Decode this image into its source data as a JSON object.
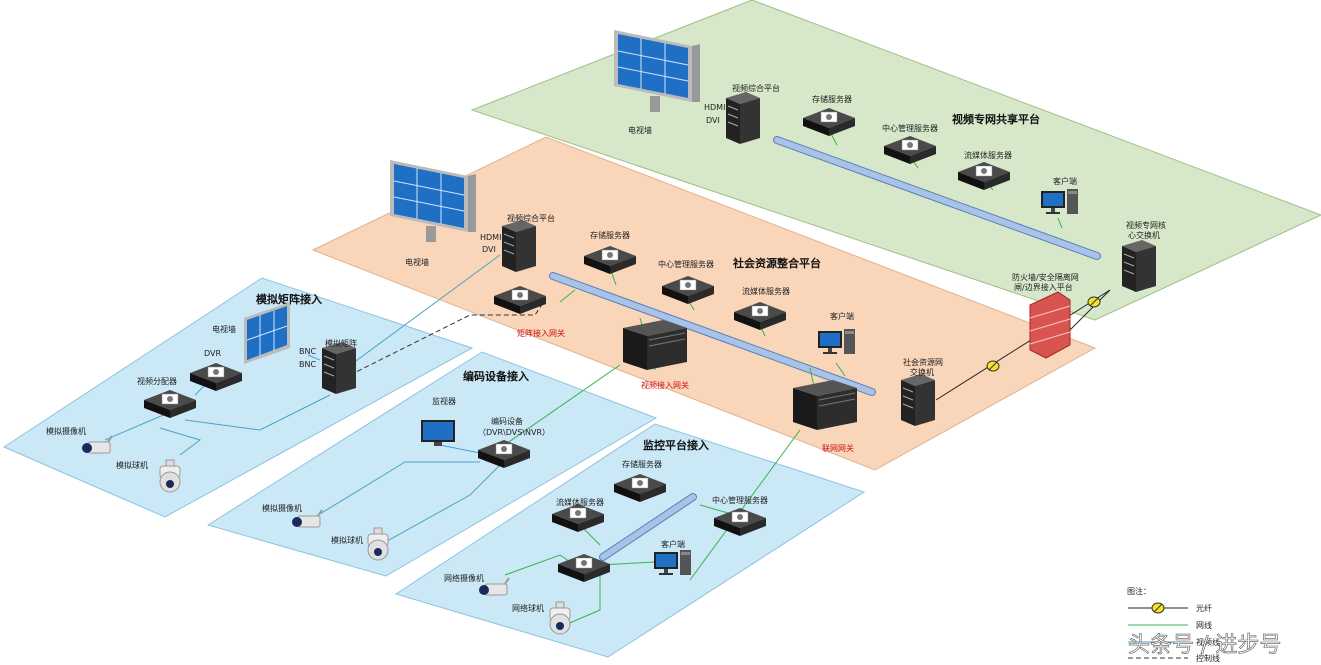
{
  "zones": {
    "share": {
      "title": "视频专网共享平台",
      "fill": "#d6e8c9"
    },
    "social": {
      "title": "社会资源整合平台",
      "fill": "#f9d5b9"
    },
    "matrix": {
      "title": "模拟矩阵接入",
      "fill": "#cbe8f7"
    },
    "encode": {
      "title": "编码设备接入",
      "fill": "#cbe8f7"
    },
    "monitor": {
      "title": "监控平台接入",
      "fill": "#cbe8f7"
    }
  },
  "share": {
    "tv_wall": "电视墙",
    "hdmi": "HDMI",
    "dvi": "DVI",
    "video_platform": "视频综合平台",
    "storage": "存储服务器",
    "cms": "中心管理服务器",
    "stream": "流媒体服务器",
    "client": "客户端",
    "core_switch_1": "视频专网核",
    "core_switch_2": "心交换机"
  },
  "social": {
    "tv_wall": "电视墙",
    "hdmi": "HDMI",
    "dvi": "DVI",
    "video_platform": "视频综合平台",
    "storage": "存储服务器",
    "cms": "中心管理服务器",
    "stream": "流媒体服务器",
    "client": "客户端",
    "matrix_gateway": "矩阵接入网关",
    "video_gateway": "视频接入网关",
    "network_gateway": "联网网关",
    "switch_1": "社会资源网",
    "switch_2": "交换机",
    "firewall_1": "防火墙/安全隔离网",
    "firewall_2": "闸/边界接入平台"
  },
  "matrix": {
    "tv_wall": "电视墙",
    "bnc_1": "BNC",
    "bnc_2": "BNC",
    "analog_matrix": "模拟矩阵",
    "dvr": "DVR",
    "distributor": "视频分配器",
    "camera": "模拟摄像机",
    "dome": "模拟球机"
  },
  "encode": {
    "monitor": "监视器",
    "encoder_1": "编码设备",
    "encoder_2": "（DVR\\DVS\\NVR）",
    "camera": "模拟摄像机",
    "dome": "模拟球机"
  },
  "monitor_zone": {
    "storage": "存储服务器",
    "stream": "流媒体服务器",
    "cms": "中心管理服务器",
    "client": "客户端",
    "net_camera": "网络摄像机",
    "net_dome": "网络球机"
  },
  "legend": {
    "title": "图注：",
    "fiber": "光纤",
    "network": "网线",
    "video": "视频线",
    "control": "控制线"
  },
  "watermark": "头条号 / 进步号",
  "colors": {
    "fiber_tube": "#a9c3e8",
    "network_line": "#37b34a",
    "video_line": "#4aa3c8",
    "firewall": "#d9534f",
    "server": "#222222",
    "screen": "#1f6fc4"
  }
}
